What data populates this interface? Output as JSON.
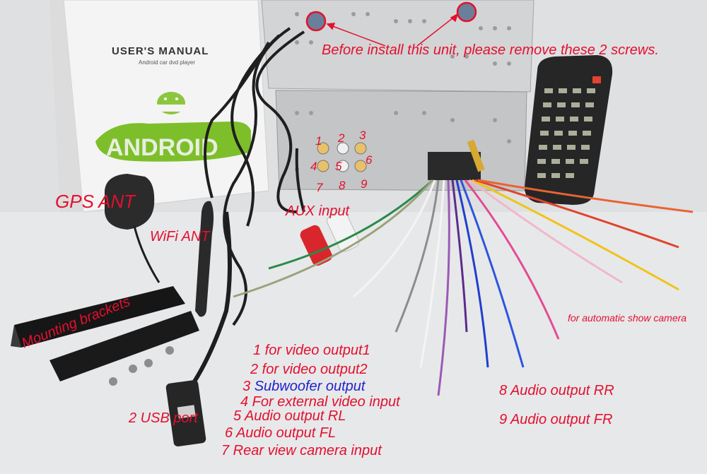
{
  "manual": {
    "title": "USER'S MANUAL",
    "subtitle": "Android car dvd player"
  },
  "labels": {
    "screws_note": "Before install this unit, please remove these 2 screws.",
    "gps_ant": "GPS ANT",
    "wifi_ant": "WiFi ANT",
    "aux_input": "AUX input",
    "mounting_brackets": "Mounting brackets",
    "usb_port": "2 USB port",
    "auto_camera": "for automatic show camera"
  },
  "port_numbers": [
    "1",
    "2",
    "3",
    "4",
    "5",
    "6",
    "7",
    "8",
    "9"
  ],
  "legend": [
    {
      "text": "1 for video output1"
    },
    {
      "text": "2 for video output2"
    },
    {
      "num": "3",
      "text": "Subwoofer output"
    },
    {
      "text": "4 For external video input"
    },
    {
      "text": "5 Audio output RL"
    },
    {
      "text": "6 Audio output FL"
    },
    {
      "text": "7 Rear view camera input"
    },
    {
      "text": "8 Audio output RR"
    },
    {
      "text": "9 Audio output FR"
    }
  ],
  "colors": {
    "annotation": "#e3102e",
    "subwoofer": "#2222cc",
    "unit_body": "#c9cacb"
  }
}
